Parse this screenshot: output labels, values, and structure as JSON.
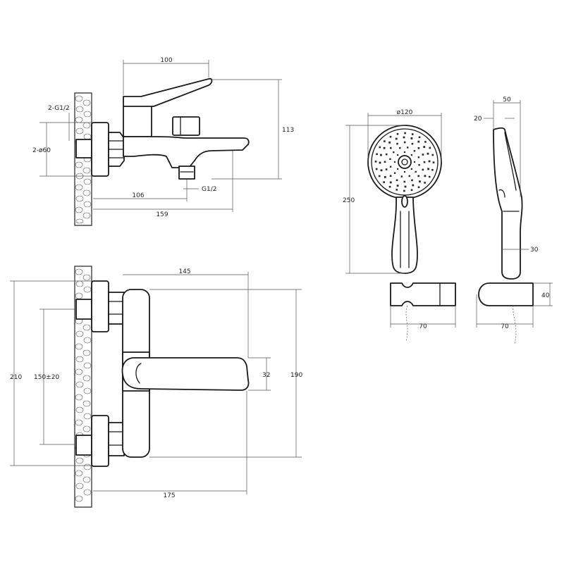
{
  "colors": {
    "line": "#1a1a1a",
    "dimension": "#555555",
    "background": "#ffffff"
  },
  "dimensions": {
    "side_width": "100",
    "side_height": "113",
    "supply_thread": "2-G1/2",
    "escutcheon_diameter": "2-ø60",
    "spout_reach": "106",
    "outlet_thread": "G1/2",
    "total_projection": "159",
    "front_width": "145",
    "front_total_height": "210",
    "centre_distance": "150±20",
    "lever_height": "32",
    "body_height": "190",
    "front_depth": "175",
    "head_diameter": "ø120",
    "shower_length": "250",
    "head_depth": "50",
    "head_offset": "20",
    "handle_depth": "30",
    "holder_width_front": "70",
    "holder_width_side": "70",
    "holder_height": "40"
  }
}
